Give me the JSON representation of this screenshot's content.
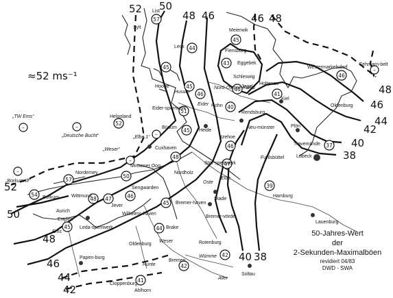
{
  "legend": {
    "title_line1": "50-Jahres-Wert",
    "title_line2": "der",
    "title_line3": "2-Sekunden-Maximalböen",
    "revised": "revidiert 04/83",
    "source": "DWD - SWA"
  },
  "offshore_value": "≈52 ms⁻¹",
  "isolines": [
    {
      "label": "52"
    },
    {
      "label": "50"
    },
    {
      "label": "48"
    },
    {
      "label": "46"
    },
    {
      "label": "46"
    },
    {
      "label": "48"
    },
    {
      "label": "48"
    },
    {
      "label": "46"
    },
    {
      "label": "44"
    },
    {
      "label": "42"
    },
    {
      "label": "40"
    },
    {
      "label": "38"
    },
    {
      "label": "40"
    },
    {
      "label": "38"
    },
    {
      "label": "52"
    },
    {
      "label": "50"
    },
    {
      "label": "48"
    },
    {
      "label": "46"
    },
    {
      "label": "44"
    },
    {
      "label": "42"
    }
  ],
  "stations": [
    {
      "value": "57"
    },
    {
      "value": "44"
    },
    {
      "value": "45"
    },
    {
      "value": "45"
    },
    {
      "value": "43"
    },
    {
      "value": "45"
    },
    {
      "value": "46"
    },
    {
      "value": "41"
    },
    {
      "value": "46"
    },
    {
      "value": "40"
    },
    {
      "value": "52"
    },
    {
      "value": "51"
    },
    {
      "value": "45"
    },
    {
      "value": "48"
    },
    {
      "value": "47"
    },
    {
      "value": "46"
    },
    {
      "value": "39"
    },
    {
      "value": "37"
    },
    {
      "value": "57"
    },
    {
      "value": "50"
    },
    {
      "value": "54"
    },
    {
      "value": "45"
    },
    {
      "value": "47"
    },
    {
      "value": "46"
    },
    {
      "value": "45"
    },
    {
      "value": "44"
    },
    {
      "value": "42"
    },
    {
      "value": "42"
    },
    {
      "value": "41"
    },
    {
      "value": "48"
    }
  ],
  "ships": [
    {
      "value": "46"
    },
    {
      "value": "52"
    },
    {
      "value": "–"
    },
    {
      "value": "–"
    },
    {
      "value": "–"
    },
    {
      "value": "–"
    },
    {
      "value": "–"
    },
    {
      "value": "–"
    }
  ],
  "places": [
    {
      "name": "List"
    },
    {
      "name": "Sylt"
    },
    {
      "name": "Leck"
    },
    {
      "name": "Meierwik"
    },
    {
      "name": "Flensburg"
    },
    {
      "name": "Eggebek"
    },
    {
      "name": "Schleswig"
    },
    {
      "name": "Jagel"
    },
    {
      "name": "Holtenau"
    },
    {
      "name": "Kiel"
    },
    {
      "name": "Westermarkelsdorf"
    },
    {
      "name": "Fehmarn-belt"
    },
    {
      "name": "Hooge"
    },
    {
      "name": "Husum"
    },
    {
      "name": "Hohn"
    },
    {
      "name": "Rendsburg"
    },
    {
      "name": "Oldenburg"
    },
    {
      "name": "Plön"
    },
    {
      "name": "Helgoland"
    },
    {
      "name": "Eider-sperrwerk"
    },
    {
      "name": "Büsum"
    },
    {
      "name": "Heide"
    },
    {
      "name": "Neu-münster"
    },
    {
      "name": "Travemünde"
    },
    {
      "name": "Lübeck"
    },
    {
      "name": "„TW Ems“"
    },
    {
      "name": "„Deutsche Bucht“"
    },
    {
      "name": "„Elbe 1“"
    },
    {
      "name": "„Weser“"
    },
    {
      "name": "Cuxhaven"
    },
    {
      "name": "Itzehoe"
    },
    {
      "name": "Fuhlsbüttel"
    },
    {
      "name": "Norderney"
    },
    {
      "name": "Minsener Oog"
    },
    {
      "name": "Nordholz"
    },
    {
      "name": "Stör-sperrwerk"
    },
    {
      "name": "„Borkumriff“"
    },
    {
      "name": "Borkum"
    },
    {
      "name": "Wittmund"
    },
    {
      "name": "Sengwarden"
    },
    {
      "name": "Stade"
    },
    {
      "name": "Hamburg"
    },
    {
      "name": "Aurich"
    },
    {
      "name": "Jever"
    },
    {
      "name": "Wilhelms-haven"
    },
    {
      "name": "Bremer-haven"
    },
    {
      "name": "Emden"
    },
    {
      "name": "Leda-sperrwerk"
    },
    {
      "name": "Brake"
    },
    {
      "name": "Bremer-vörde"
    },
    {
      "name": "Lauenburg"
    },
    {
      "name": "Oldenburg"
    },
    {
      "name": "Rotenburg"
    },
    {
      "name": "Papen-burg"
    },
    {
      "name": "Bremen"
    },
    {
      "name": "Soltau"
    },
    {
      "name": "Cloppenburg"
    },
    {
      "name": "Ahlhorn"
    }
  ],
  "rivers": [
    {
      "name": "Eider"
    },
    {
      "name": "Elbe"
    },
    {
      "name": "Oste"
    },
    {
      "name": "Ems"
    },
    {
      "name": "Weser"
    },
    {
      "name": "Hunte"
    },
    {
      "name": "Wümme"
    },
    {
      "name": "Aller"
    },
    {
      "name": "Nord-Ostsee-Kanal"
    }
  ]
}
